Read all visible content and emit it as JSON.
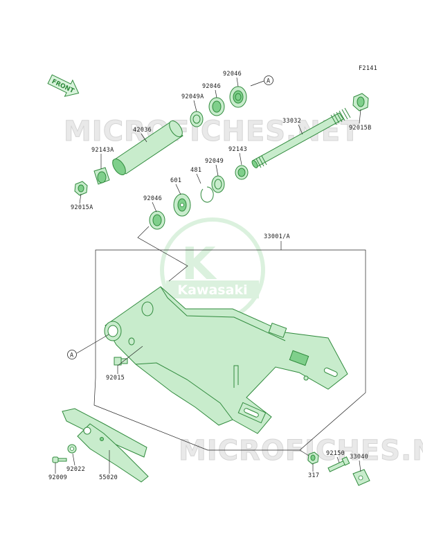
{
  "figure_code": "F2141",
  "front_label": "FRONT",
  "watermark": {
    "text": "MICROFICHES.NET",
    "brand_letter": "K",
    "brand_name": "Kawasaki",
    "color": "#e6e6e6"
  },
  "colors": {
    "part_fill": "#c8eccc",
    "part_stroke": "#2f8a3c"
  },
  "callout_ref": "A",
  "parts": {
    "p92046_top": "92046",
    "p92046_mid": "92046",
    "p92049A": "92049A",
    "p42036": "42036",
    "p92143A": "92143A",
    "p92015A": "92015A",
    "p33032": "33032",
    "p92015B": "92015B",
    "p92143": "92143",
    "p92049": "92049",
    "p481": "481",
    "p601": "601",
    "p92046_low": "92046",
    "p33001A": "33001/A",
    "p92015": "92015",
    "p92009": "92009",
    "p92022": "92022",
    "p55020": "55020",
    "p317": "317",
    "p92150": "92150",
    "p33040": "33040"
  }
}
